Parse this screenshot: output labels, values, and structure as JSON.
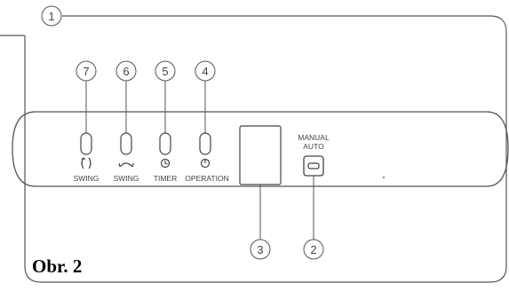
{
  "callouts": {
    "panel": "1",
    "manual_auto_button": "2",
    "receiver": "3",
    "operation_lamp": "4",
    "timer_lamp": "5",
    "swing_lamp_horizontal": "6",
    "swing_lamp_vertical": "7"
  },
  "labels": {
    "swing_vertical": "SWING",
    "swing_horizontal": "SWING",
    "timer": "TIMER",
    "operation": "OPERATION",
    "manual": "MANUAL",
    "auto": "AUTO"
  },
  "caption": "Obr. 2"
}
